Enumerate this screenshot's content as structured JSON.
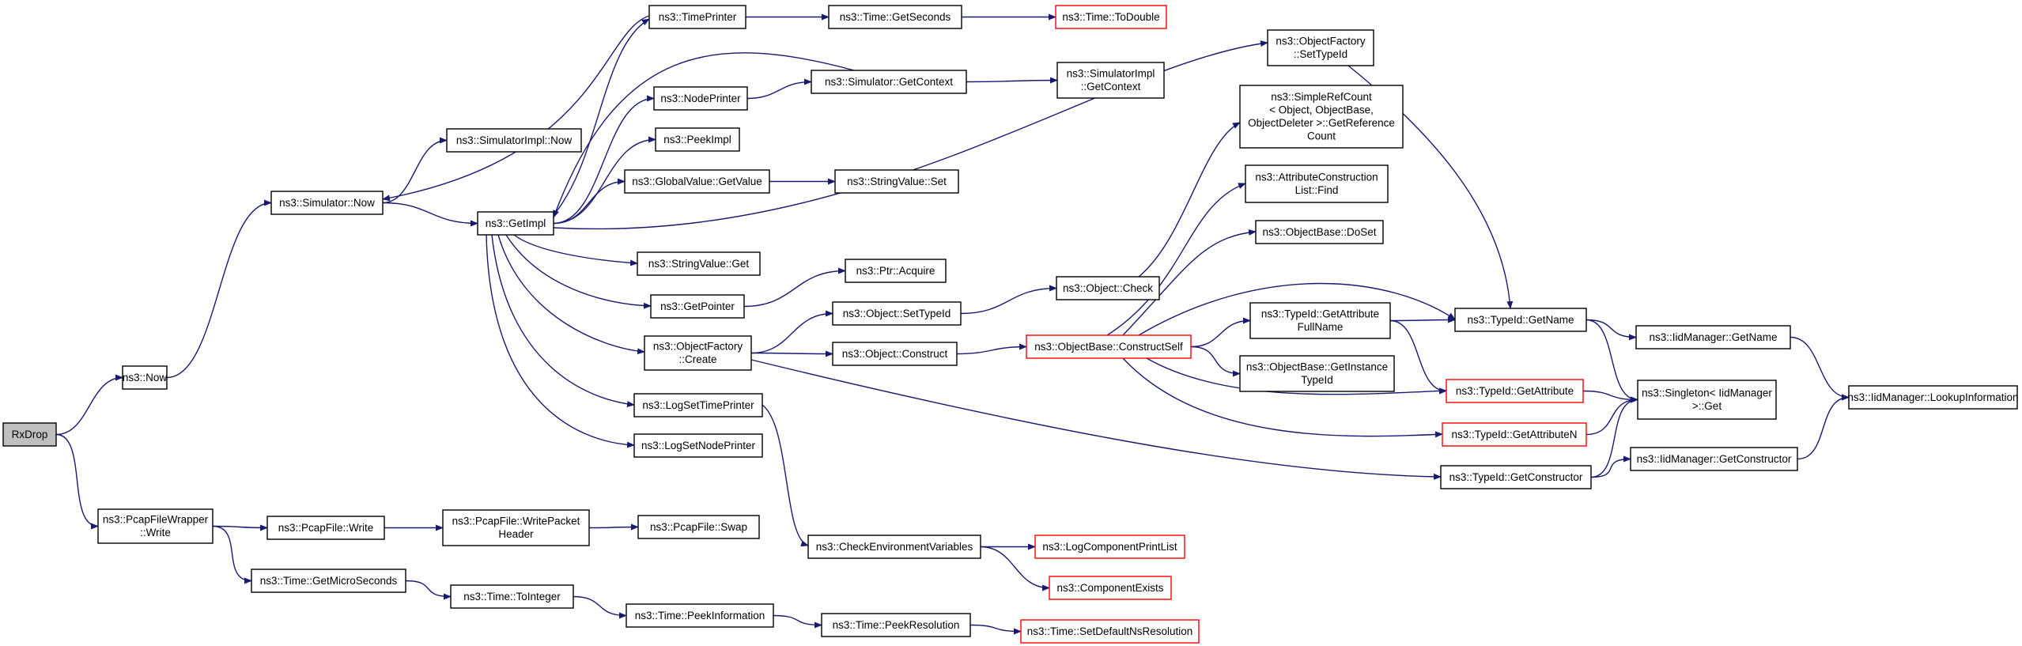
{
  "graph": {
    "nodes": [
      {
        "id": "rxdrop",
        "lines": [
          "RxDrop"
        ],
        "style": "root"
      },
      {
        "id": "now",
        "lines": [
          "ns3::Now"
        ],
        "style": "normal"
      },
      {
        "id": "pcapwrapper_write",
        "lines": [
          "ns3::PcapFileWrapper",
          "::Write"
        ],
        "style": "normal"
      },
      {
        "id": "sim_now",
        "lines": [
          "ns3::Simulator::Now"
        ],
        "style": "normal"
      },
      {
        "id": "simimpl_now",
        "lines": [
          "ns3::SimulatorImpl::Now"
        ],
        "style": "normal"
      },
      {
        "id": "getimpl",
        "lines": [
          "ns3::GetImpl"
        ],
        "style": "normal"
      },
      {
        "id": "timeprinter",
        "lines": [
          "ns3::TimePrinter"
        ],
        "style": "normal"
      },
      {
        "id": "nodeprinter",
        "lines": [
          "ns3::NodePrinter"
        ],
        "style": "normal"
      },
      {
        "id": "peekimpl",
        "lines": [
          "ns3::PeekImpl"
        ],
        "style": "normal"
      },
      {
        "id": "gv_getvalue",
        "lines": [
          "ns3::GlobalValue::GetValue"
        ],
        "style": "normal"
      },
      {
        "id": "sv_get",
        "lines": [
          "ns3::StringValue::Get"
        ],
        "style": "normal"
      },
      {
        "id": "getpointer",
        "lines": [
          "ns3::GetPointer"
        ],
        "style": "normal"
      },
      {
        "id": "of_create",
        "lines": [
          "ns3::ObjectFactory",
          "::Create"
        ],
        "style": "normal"
      },
      {
        "id": "logsettime",
        "lines": [
          "ns3::LogSetTimePrinter"
        ],
        "style": "normal"
      },
      {
        "id": "logsetnode",
        "lines": [
          "ns3::LogSetNodePrinter"
        ],
        "style": "normal"
      },
      {
        "id": "time_getseconds",
        "lines": [
          "ns3::Time::GetSeconds"
        ],
        "style": "normal"
      },
      {
        "id": "time_todouble",
        "lines": [
          "ns3::Time::ToDouble"
        ],
        "style": "red"
      },
      {
        "id": "sim_getcontext",
        "lines": [
          "ns3::Simulator::GetContext"
        ],
        "style": "normal"
      },
      {
        "id": "simimpl_getcontext",
        "lines": [
          "ns3::SimulatorImpl",
          "::GetContext"
        ],
        "style": "normal"
      },
      {
        "id": "sv_set",
        "lines": [
          "ns3::StringValue::Set"
        ],
        "style": "normal"
      },
      {
        "id": "ptr_acquire",
        "lines": [
          "ns3::Ptr::Acquire"
        ],
        "style": "normal"
      },
      {
        "id": "obj_settypeid",
        "lines": [
          "ns3::Object::SetTypeId"
        ],
        "style": "normal"
      },
      {
        "id": "obj_construct",
        "lines": [
          "ns3::Object::Construct"
        ],
        "style": "normal"
      },
      {
        "id": "obj_check",
        "lines": [
          "ns3::Object::Check"
        ],
        "style": "normal"
      },
      {
        "id": "ob_constructself",
        "lines": [
          "ns3::ObjectBase::ConstructSelf"
        ],
        "style": "red"
      },
      {
        "id": "of_settypeid",
        "lines": [
          "ns3::ObjectFactory",
          "::SetTypeId"
        ],
        "style": "normal"
      },
      {
        "id": "simplerefcount",
        "lines": [
          "ns3::SimpleRefCount",
          "< Object, ObjectBase,",
          "ObjectDeleter >::GetReference",
          "Count"
        ],
        "style": "normal"
      },
      {
        "id": "acl_find",
        "lines": [
          "ns3::AttributeConstruction",
          "List::Find"
        ],
        "style": "normal"
      },
      {
        "id": "ob_doset",
        "lines": [
          "ns3::ObjectBase::DoSet"
        ],
        "style": "normal"
      },
      {
        "id": "tid_getattrfullname",
        "lines": [
          "ns3::TypeId::GetAttribute",
          "FullName"
        ],
        "style": "normal"
      },
      {
        "id": "ob_getinstancetypeid",
        "lines": [
          "ns3::ObjectBase::GetInstance",
          "TypeId"
        ],
        "style": "normal"
      },
      {
        "id": "tid_getname",
        "lines": [
          "ns3::TypeId::GetName"
        ],
        "style": "normal"
      },
      {
        "id": "tid_getattribute",
        "lines": [
          "ns3::TypeId::GetAttribute"
        ],
        "style": "red"
      },
      {
        "id": "tid_getattributen",
        "lines": [
          "ns3::TypeId::GetAttributeN"
        ],
        "style": "red"
      },
      {
        "id": "tid_getconstructor",
        "lines": [
          "ns3::TypeId::GetConstructor"
        ],
        "style": "normal"
      },
      {
        "id": "singleton_get",
        "lines": [
          "ns3::Singleton< IidManager",
          ">::Get"
        ],
        "style": "normal"
      },
      {
        "id": "iid_getname",
        "lines": [
          "ns3::IidManager::GetName"
        ],
        "style": "normal"
      },
      {
        "id": "iid_getconstructor",
        "lines": [
          "ns3::IidManager::GetConstructor"
        ],
        "style": "normal"
      },
      {
        "id": "iid_lookup",
        "lines": [
          "ns3::IidManager::LookupInformation"
        ],
        "style": "normal"
      },
      {
        "id": "pcap_write",
        "lines": [
          "ns3::PcapFile::Write"
        ],
        "style": "normal"
      },
      {
        "id": "pcap_writepacketheader",
        "lines": [
          "ns3::PcapFile::WritePacket",
          "Header"
        ],
        "style": "normal"
      },
      {
        "id": "pcap_swap",
        "lines": [
          "ns3::PcapFile::Swap"
        ],
        "style": "normal"
      },
      {
        "id": "time_getmicro",
        "lines": [
          "ns3::Time::GetMicroSeconds"
        ],
        "style": "normal"
      },
      {
        "id": "time_tointeger",
        "lines": [
          "ns3::Time::ToInteger"
        ],
        "style": "normal"
      },
      {
        "id": "time_peekinfo",
        "lines": [
          "ns3::Time::PeekInformation"
        ],
        "style": "normal"
      },
      {
        "id": "time_peekres",
        "lines": [
          "ns3::Time::PeekResolution"
        ],
        "style": "normal"
      },
      {
        "id": "time_setdefaultns",
        "lines": [
          "ns3::Time::SetDefaultNsResolution"
        ],
        "style": "red"
      },
      {
        "id": "checkenv",
        "lines": [
          "ns3::CheckEnvironmentVariables"
        ],
        "style": "normal"
      },
      {
        "id": "logcompprintlist",
        "lines": [
          "ns3::LogComponentPrintList"
        ],
        "style": "red"
      },
      {
        "id": "componentexists",
        "lines": [
          "ns3::ComponentExists"
        ],
        "style": "red"
      }
    ],
    "edges": [
      [
        "rxdrop",
        "now"
      ],
      [
        "rxdrop",
        "pcapwrapper_write"
      ],
      [
        "now",
        "sim_now"
      ],
      [
        "sim_now",
        "simimpl_now"
      ],
      [
        "sim_now",
        "getimpl"
      ],
      [
        "getimpl",
        "timeprinter"
      ],
      [
        "getimpl",
        "nodeprinter"
      ],
      [
        "getimpl",
        "peekimpl"
      ],
      [
        "getimpl",
        "gv_getvalue"
      ],
      [
        "getimpl",
        "sv_get"
      ],
      [
        "getimpl",
        "getpointer"
      ],
      [
        "getimpl",
        "of_create"
      ],
      [
        "getimpl",
        "logsettime"
      ],
      [
        "getimpl",
        "logsetnode"
      ],
      [
        "getimpl",
        "of_settypeid"
      ],
      [
        "timeprinter",
        "time_getseconds"
      ],
      [
        "timeprinter",
        "sim_now"
      ],
      [
        "time_getseconds",
        "time_todouble"
      ],
      [
        "nodeprinter",
        "sim_getcontext"
      ],
      [
        "sim_getcontext",
        "simimpl_getcontext"
      ],
      [
        "sim_getcontext",
        "getimpl"
      ],
      [
        "gv_getvalue",
        "sv_set"
      ],
      [
        "getpointer",
        "ptr_acquire"
      ],
      [
        "of_create",
        "obj_settypeid"
      ],
      [
        "of_create",
        "obj_construct"
      ],
      [
        "of_create",
        "tid_getconstructor"
      ],
      [
        "obj_settypeid",
        "obj_check"
      ],
      [
        "obj_check",
        "simplerefcount"
      ],
      [
        "obj_construct",
        "ob_constructself"
      ],
      [
        "ob_constructself",
        "acl_find"
      ],
      [
        "ob_constructself",
        "ob_doset"
      ],
      [
        "ob_constructself",
        "tid_getattrfullname"
      ],
      [
        "ob_constructself",
        "ob_getinstancetypeid"
      ],
      [
        "ob_constructself",
        "tid_getname"
      ],
      [
        "ob_constructself",
        "tid_getattribute"
      ],
      [
        "ob_constructself",
        "tid_getattributen"
      ],
      [
        "of_settypeid",
        "tid_getname"
      ],
      [
        "tid_getattrfullname",
        "tid_getname"
      ],
      [
        "tid_getattrfullname",
        "tid_getattribute"
      ],
      [
        "tid_getname",
        "iid_getname"
      ],
      [
        "tid_getname",
        "singleton_get"
      ],
      [
        "tid_getattribute",
        "singleton_get"
      ],
      [
        "tid_getattributen",
        "singleton_get"
      ],
      [
        "tid_getconstructor",
        "singleton_get"
      ],
      [
        "tid_getconstructor",
        "iid_getconstructor"
      ],
      [
        "iid_getname",
        "iid_lookup"
      ],
      [
        "iid_getconstructor",
        "iid_lookup"
      ],
      [
        "logsettime",
        "checkenv"
      ],
      [
        "checkenv",
        "logcompprintlist"
      ],
      [
        "checkenv",
        "componentexists"
      ],
      [
        "pcapwrapper_write",
        "pcap_write"
      ],
      [
        "pcapwrapper_write",
        "time_getmicro"
      ],
      [
        "pcap_write",
        "pcap_writepacketheader"
      ],
      [
        "pcap_writepacketheader",
        "pcap_swap"
      ],
      [
        "time_getmicro",
        "time_tointeger"
      ],
      [
        "time_tointeger",
        "time_peekinfo"
      ],
      [
        "time_peekinfo",
        "time_peekres"
      ],
      [
        "time_peekres",
        "time_setdefaultns"
      ]
    ]
  }
}
